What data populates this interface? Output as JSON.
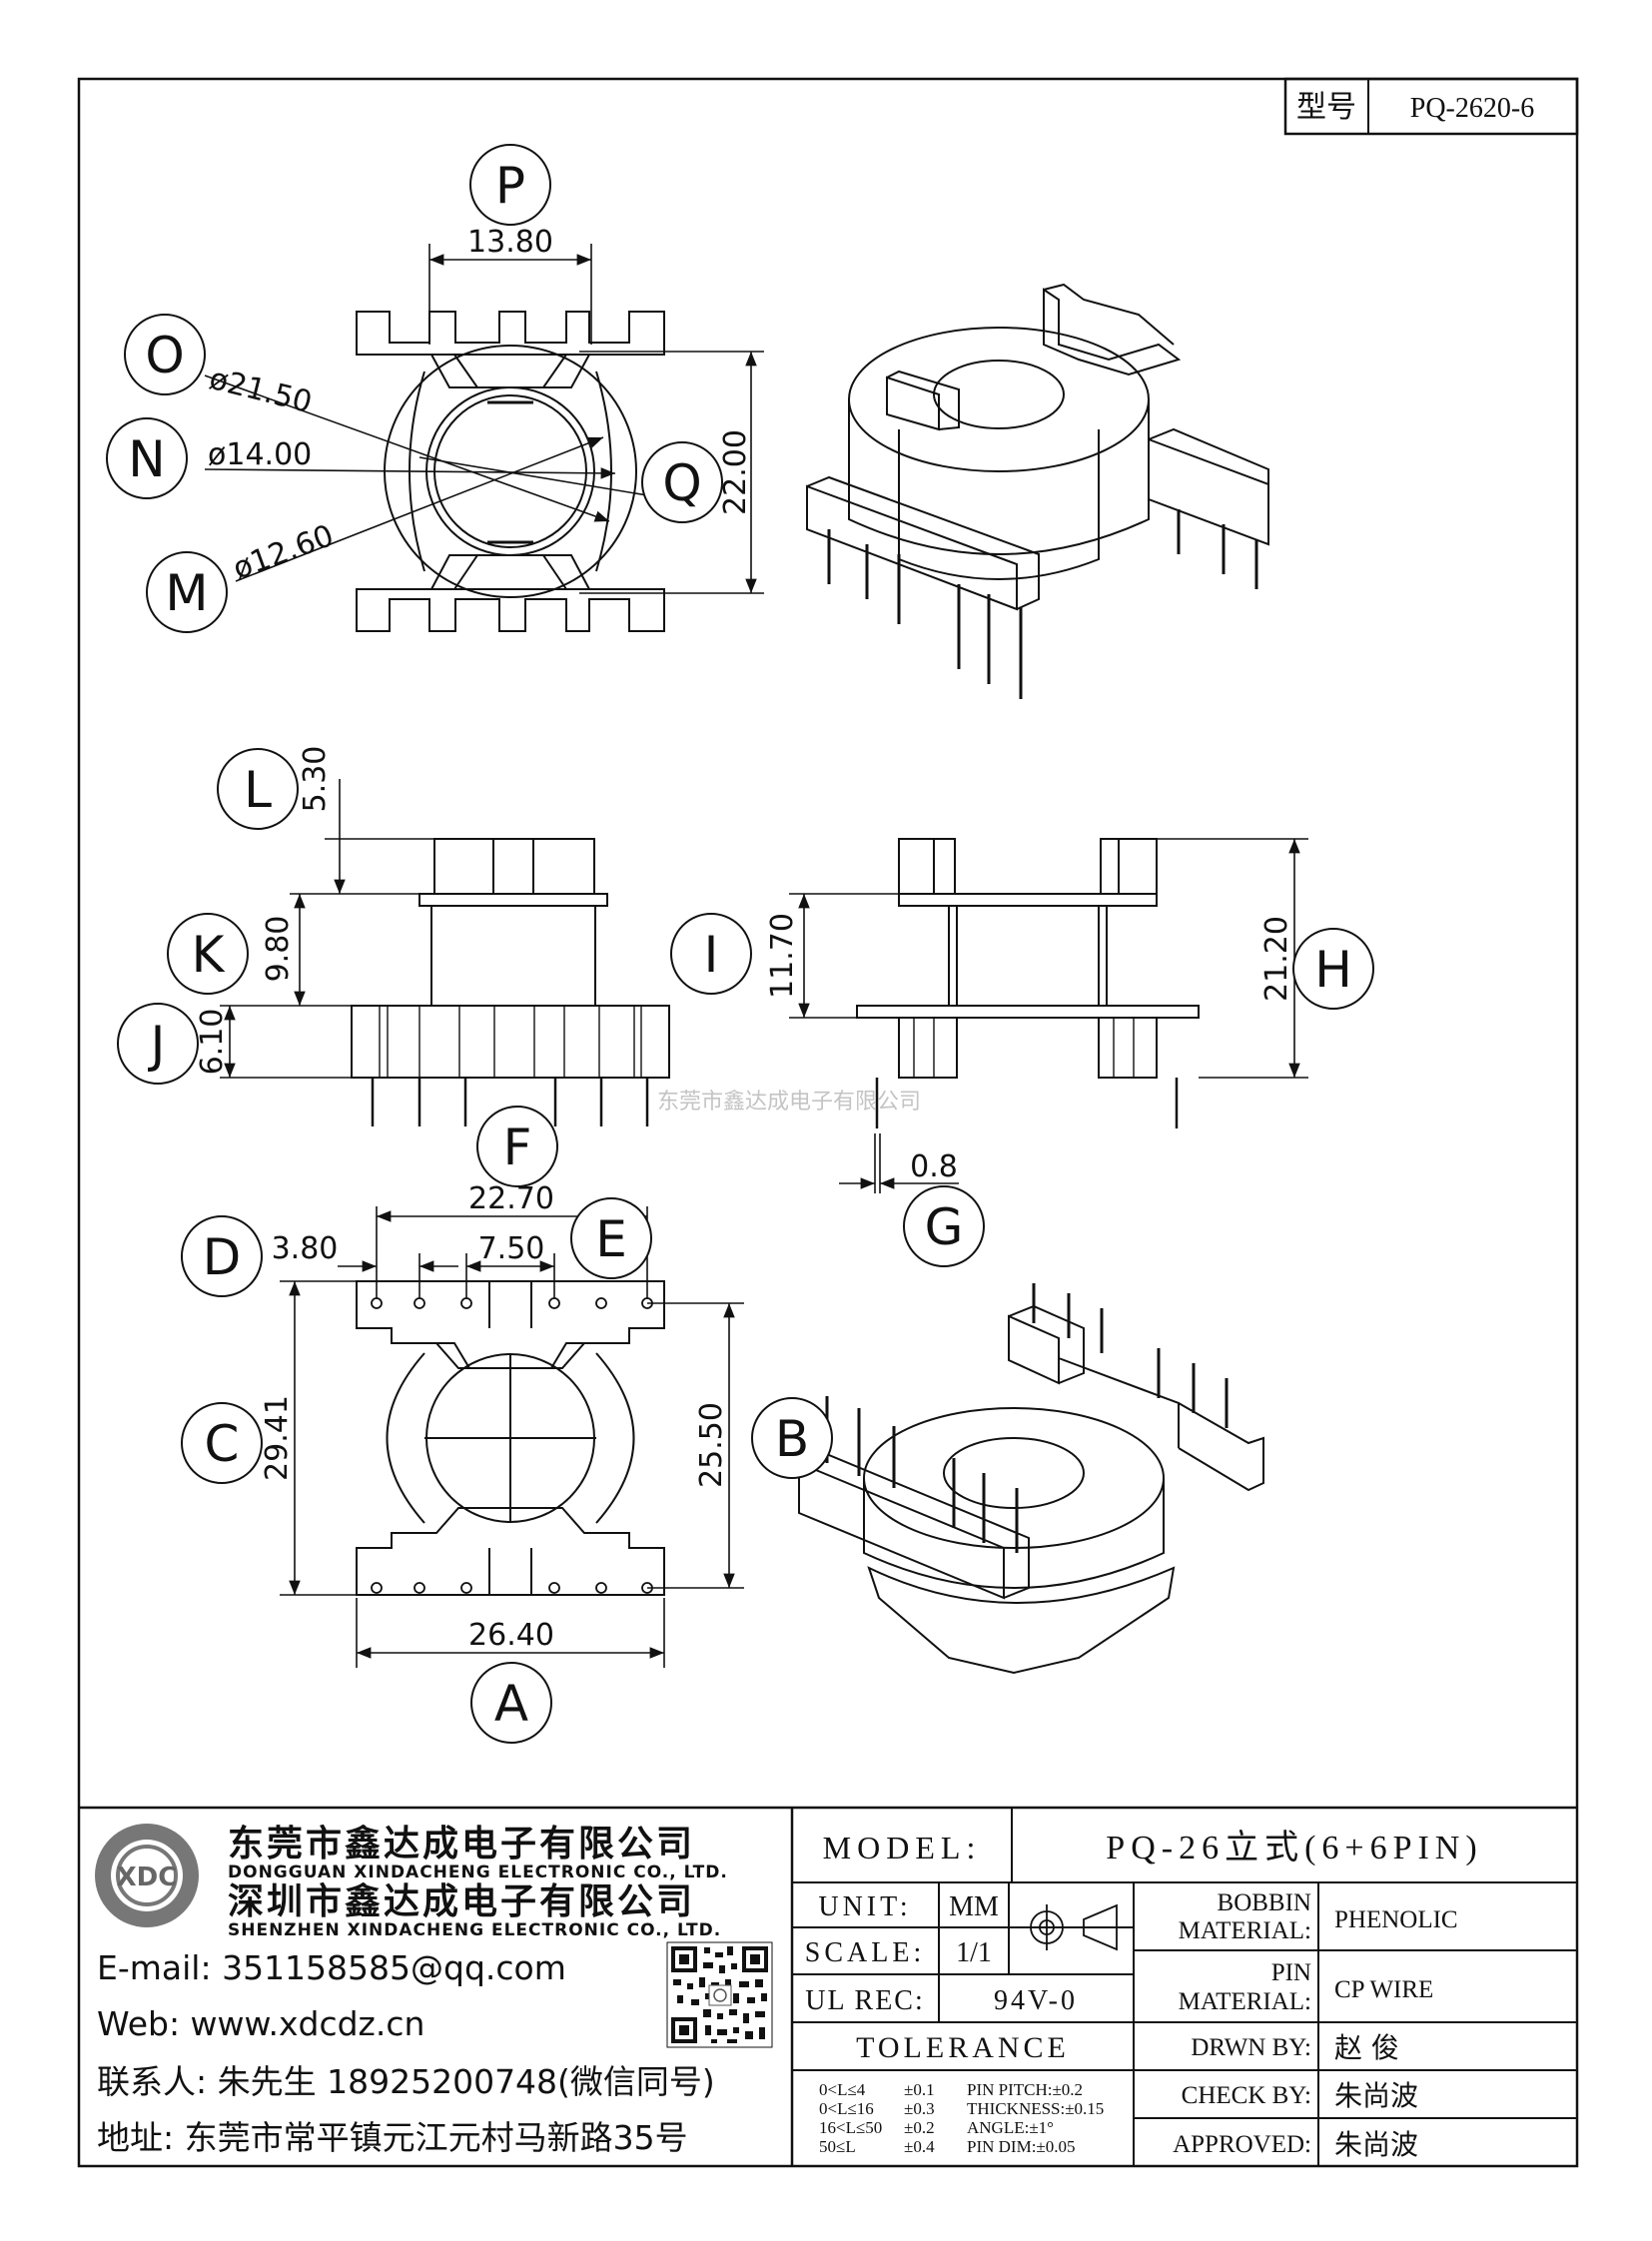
{
  "title_block_top": {
    "model_label": "型号",
    "model_value": "PQ-2620-6"
  },
  "dimensions": {
    "P": "13.80",
    "O": "ø21.50",
    "N": "ø14.00",
    "M": "ø12.60",
    "Q": "22.00",
    "L": "5.30",
    "K": "9.80",
    "J": "6.10",
    "I": "11.70",
    "H": "21.20",
    "G": "0.8",
    "F": "22.70",
    "D": "3.80",
    "E": "7.50",
    "C": "29.41",
    "B": "25.50",
    "A": "26.40"
  },
  "balloon_letters": [
    "P",
    "O",
    "N",
    "M",
    "Q",
    "L",
    "K",
    "J",
    "I",
    "H",
    "G",
    "F",
    "E",
    "D",
    "C",
    "B",
    "A"
  ],
  "watermark": "东莞市鑫达成电子有限公司",
  "company": {
    "name_cn_1": "东莞市鑫达成电子有限公司",
    "name_en_1": "DONGGUAN XINDACHENG ELECTRONIC CO., LTD.",
    "name_cn_2": "深圳市鑫达成电子有限公司",
    "name_en_2": "SHENZHEN XINDACHENG ELECTRONIC CO., LTD.",
    "logo_text": "XDC",
    "email": "E-mail: 351158585@qq.com",
    "web": "Web: www.xdcdz.cn",
    "contact": "联系人: 朱先生 18925200748(微信同号)",
    "address": "地址: 东莞市常平镇元江元村马新路35号"
  },
  "title_block": {
    "model_label": "MODEL:",
    "model_value": "PQ-26立式(6+6PIN)",
    "unit_label": "UNIT:",
    "unit_value": "MM",
    "scale_label": "SCALE:",
    "scale_value": "1/1",
    "ulrec_label": "UL REC:",
    "ulrec_value": "94V-0",
    "tolerance_label": "TOLERANCE",
    "tolerance_rows": [
      {
        "range": "0<L≤4",
        "tol": "±0.1",
        "extra": "PIN PITCH:±0.2"
      },
      {
        "range": "0<L≤16",
        "tol": "±0.3",
        "extra": "THICKNESS:±0.15"
      },
      {
        "range": "16<L≤50",
        "tol": "±0.2",
        "extra": "ANGLE:±1°"
      },
      {
        "range": "50≤L",
        "tol": "±0.4",
        "extra": "PIN DIM:±0.05"
      }
    ],
    "bobbin_material_label_1": "BOBBIN",
    "bobbin_material_label_2": "MATERIAL:",
    "bobbin_material_value": "PHENOLIC",
    "pin_material_label_1": "PIN",
    "pin_material_label_2": "MATERIAL:",
    "pin_material_value": "CP WIRE",
    "drawn_label": "DRWN BY:",
    "drawn_value": "赵  俊",
    "check_label": "CHECK BY:",
    "check_value": "朱尚波",
    "approved_label": "APPROVED:",
    "approved_value": "朱尚波"
  }
}
